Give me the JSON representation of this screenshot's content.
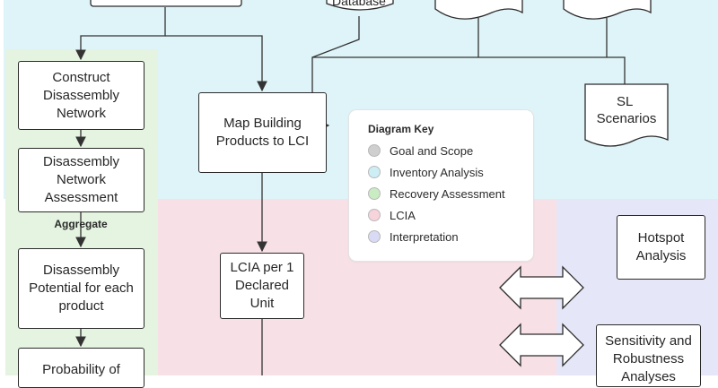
{
  "colors": {
    "inventory_analysis": "#dff4f8",
    "recovery_assessment": "#e4f4e0",
    "lcia": "#f8e1e6",
    "interpretation": "#e5e6f7",
    "goal_and_scope": "#cfcfcf",
    "node_border": "#2b2b2b",
    "arrow": "#333333"
  },
  "nodes": {
    "database": "Database",
    "construct_network": "Construct\nDisassembly\nNetwork",
    "network_assessment": "Disassembly\nNetwork\nAssessment",
    "disassembly_potential": "Disassembly\nPotential for each\nproduct",
    "probability": "Probability of",
    "map_products": "Map Building\nProducts to LCI",
    "lcia_per_unit": "LCIA per 1\nDeclared\nUnit",
    "sl_scenarios": "SL\nScenarios",
    "hotspot": "Hotspot\nAnalysis",
    "sensitivity": "Sensitivity and\nRobustness\nAnalyses"
  },
  "edge_labels": {
    "aggregate": "Aggregate"
  },
  "diagram_key": {
    "title": "Diagram Key",
    "items": [
      {
        "label": "Goal and Scope",
        "color": "#cfcfcf"
      },
      {
        "label": "Inventory Analysis",
        "color": "#cdeef5"
      },
      {
        "label": "Recovery Assessment",
        "color": "#c9ecc2"
      },
      {
        "label": "LCIA",
        "color": "#f7d3dc"
      },
      {
        "label": "Interpretation",
        "color": "#d9daf3"
      }
    ]
  }
}
